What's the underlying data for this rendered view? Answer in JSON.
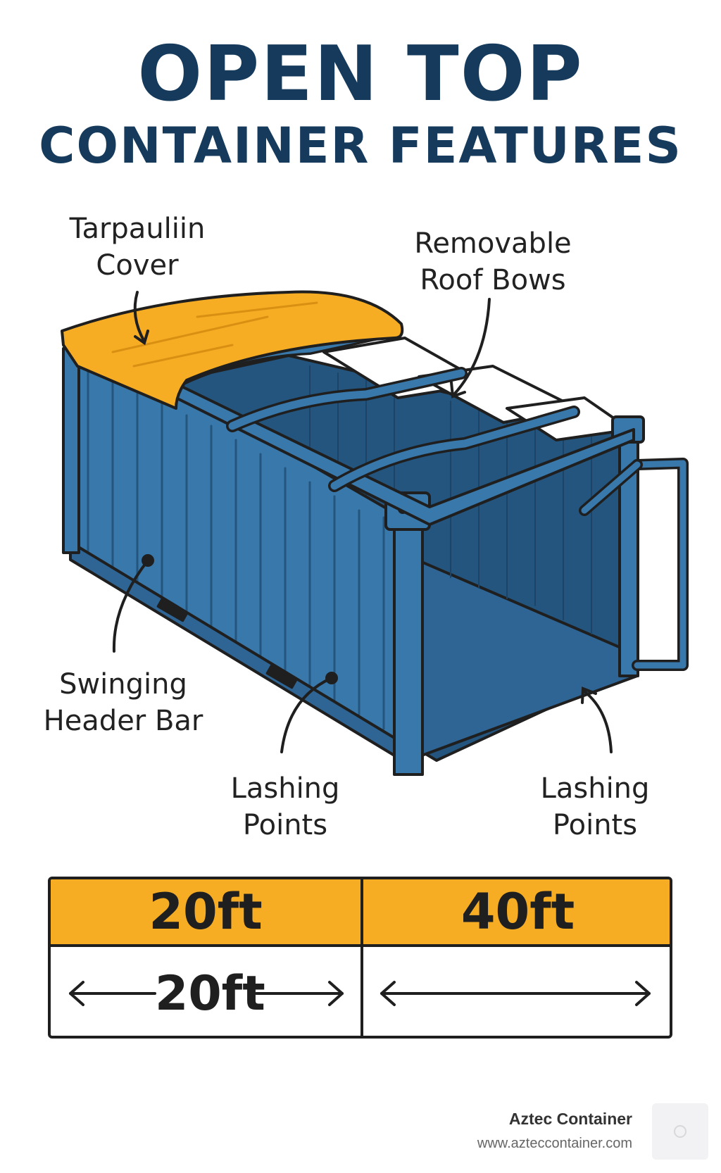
{
  "title": {
    "line1": "OPEN TOP",
    "line2": "CONTAINER FEATURES"
  },
  "callouts": {
    "tarpaulin": [
      "Tarpauliin",
      "Cover"
    ],
    "roof_bows": [
      "Removable",
      "Roof Bows"
    ],
    "header_bar": [
      "Swinging",
      "Header Bar"
    ],
    "lashing_left": [
      "Lashing",
      "Points"
    ],
    "lashing_right": [
      "Lashing",
      "Points"
    ]
  },
  "size_table": {
    "headers": [
      "20ft",
      "40ft"
    ],
    "row_labels": [
      "20ft",
      ""
    ]
  },
  "colors": {
    "title": "#153a5b",
    "container": "#3978ab",
    "container_dark": "#24557e",
    "tarp": "#f6ad24",
    "outline": "#1f1f1f"
  },
  "footer": {
    "brand": "Aztec Container",
    "url": "www.azteccontainer.com",
    "logo_icon": "aztec-logo-icon"
  }
}
